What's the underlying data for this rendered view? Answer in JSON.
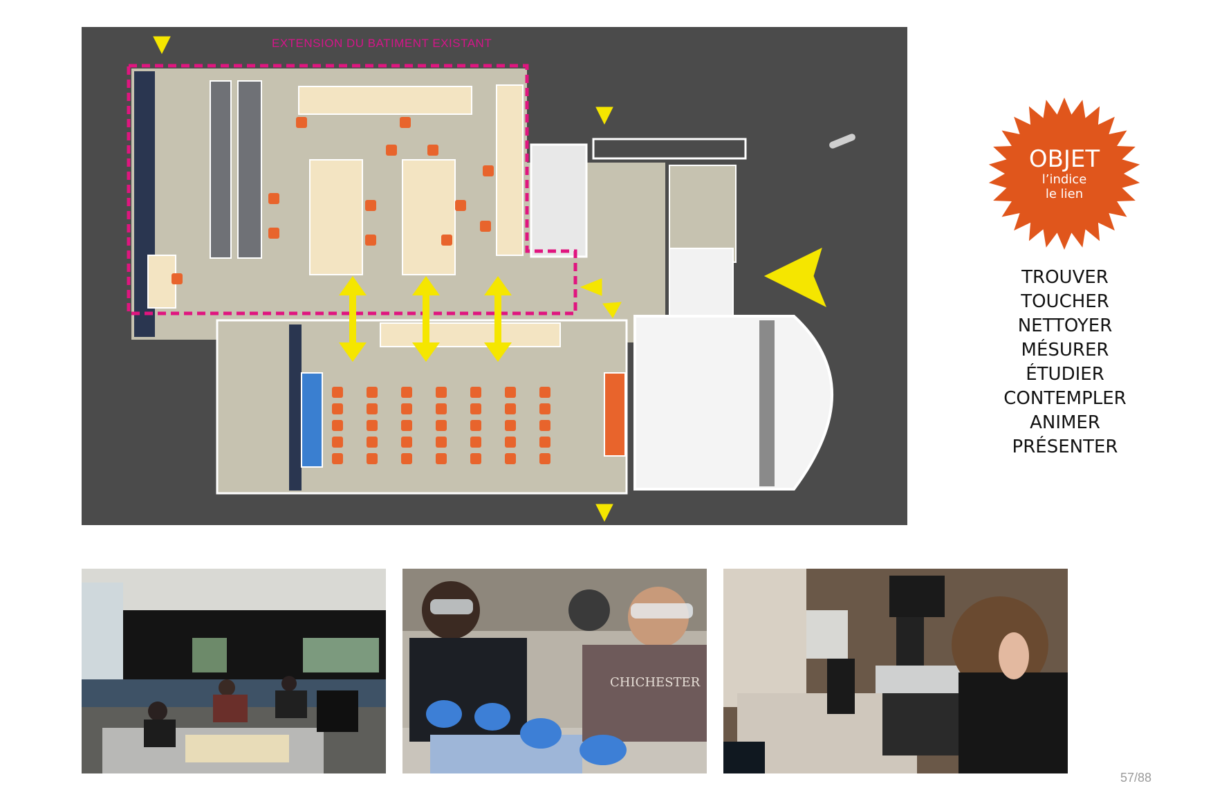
{
  "plan": {
    "title": "EXTENSION DU BATIMENT EXISTANT",
    "colors": {
      "background": "#4b4b4b",
      "floor": "#c6c2b0",
      "extension_outline": "#e0157f",
      "arrows": "#f5e600",
      "chairs": "#e8642c",
      "tables": "#f3e4c2"
    }
  },
  "badge": {
    "title": "OBJET",
    "line1": "l’indice",
    "line2": "le lien",
    "color": "#e0561c"
  },
  "verbs": [
    "TROUVER",
    "TOUCHER",
    "NETTOYER",
    "MÉSURER",
    "ÉTUDIER",
    "CONTEMPLER",
    "ANIMER",
    "PRÉSENTER"
  ],
  "photos": [
    "classroom-photo",
    "students-dissection-photo",
    "microscope-photo"
  ],
  "page": {
    "current": "57",
    "separator": "/",
    "total": "88"
  }
}
